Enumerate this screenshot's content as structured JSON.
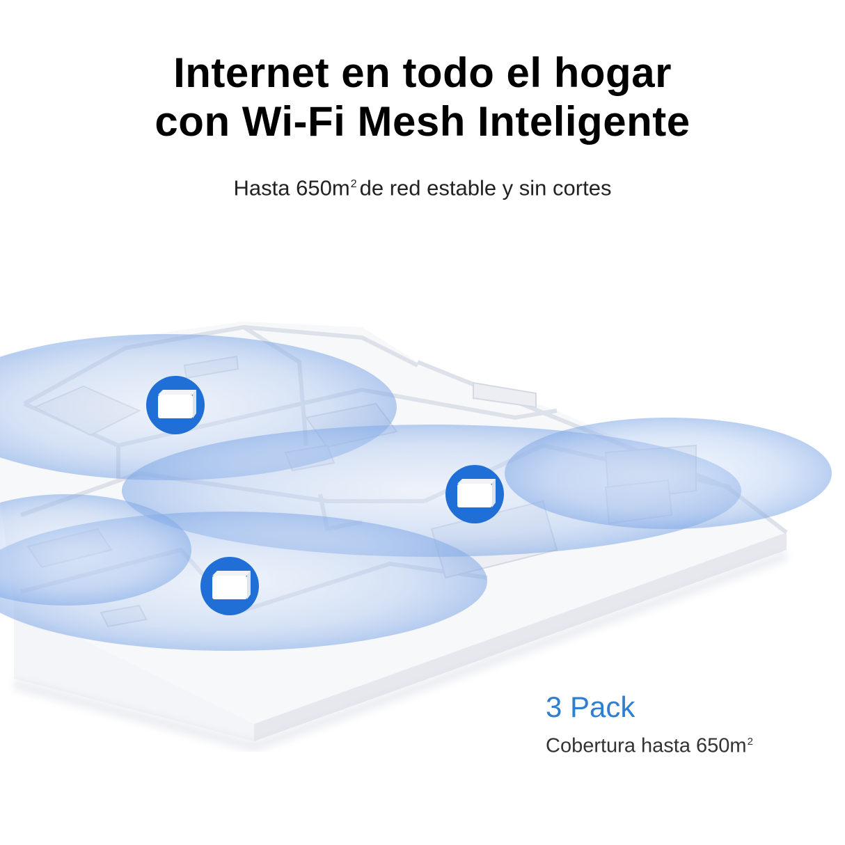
{
  "headline": {
    "line1": "Internet en todo el hogar",
    "line2": "con Wi-Fi Mesh Inteligente"
  },
  "subtitle": {
    "prefix": "Hasta 650m",
    "superscript": "2",
    "suffix": "de red estable y sin cortes"
  },
  "pack": {
    "title": "3 Pack",
    "description": "Cobertura hasta 650m",
    "superscript": "2"
  },
  "colors": {
    "accent": "#2f7fd0",
    "router_badge": "#1f6fd6",
    "coverage": "#7fa8e6",
    "floor": "#ffffff",
    "walls": "#e4e7ee"
  },
  "icons": [
    "mesh-router-icon",
    "mesh-router-icon",
    "mesh-router-icon"
  ]
}
